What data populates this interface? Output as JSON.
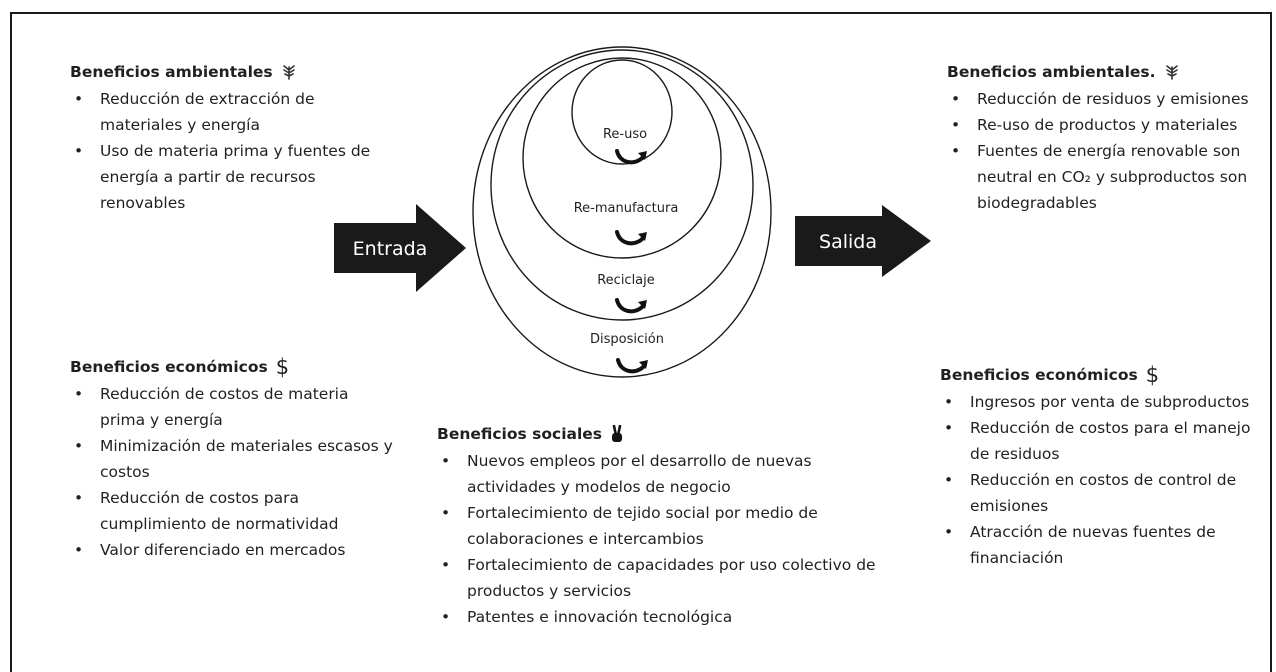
{
  "input_label": "Entrada",
  "output_label": "Salida",
  "circles": [
    "Re-uso",
    "Re-manufactura",
    "Reciclaje",
    "Disposición"
  ],
  "top_left": {
    "title": "Beneficios ambientales",
    "icon": "leaf-icon",
    "items": [
      "Reducción de extracción de materiales y energía",
      "Uso de materia prima y fuentes de energía a partir de recursos renovables"
    ]
  },
  "top_right": {
    "title": "Beneficios ambientales.",
    "icon": "leaf-icon",
    "items": [
      "Reducción de residuos y emisiones",
      "Re-uso de productos y materiales",
      "Fuentes de energía renovable son neutral en CO₂ y subproductos son biodegradables"
    ]
  },
  "bottom_left": {
    "title": "Beneficios económicos",
    "icon_text": "$",
    "items": [
      "Reducción de costos  de materia prima y energía",
      "Minimización de materiales escasos y costos",
      "Reducción de costos para cumplimiento de normatividad",
      "Valor diferenciado en mercados"
    ]
  },
  "bottom_right": {
    "title": "Beneficios económicos",
    "icon_text": "$",
    "items": [
      "Ingresos por venta de subproductos",
      "Reducción de costos para el manejo de residuos",
      "Reducción en costos de control de emisiones",
      "Atracción de nuevas fuentes de financiación"
    ]
  },
  "bottom_center": {
    "title": "Beneficios sociales",
    "icon": "peace-hand-icon",
    "items": [
      "Nuevos empleos por el desarrollo de nuevas actividades y modelos de negocio",
      "Fortalecimiento de tejido social por medio de colaboraciones e intercambios",
      "Fortalecimiento de capacidades por uso colectivo de productos y servicios",
      "Patentes e innovación tecnológica"
    ]
  }
}
